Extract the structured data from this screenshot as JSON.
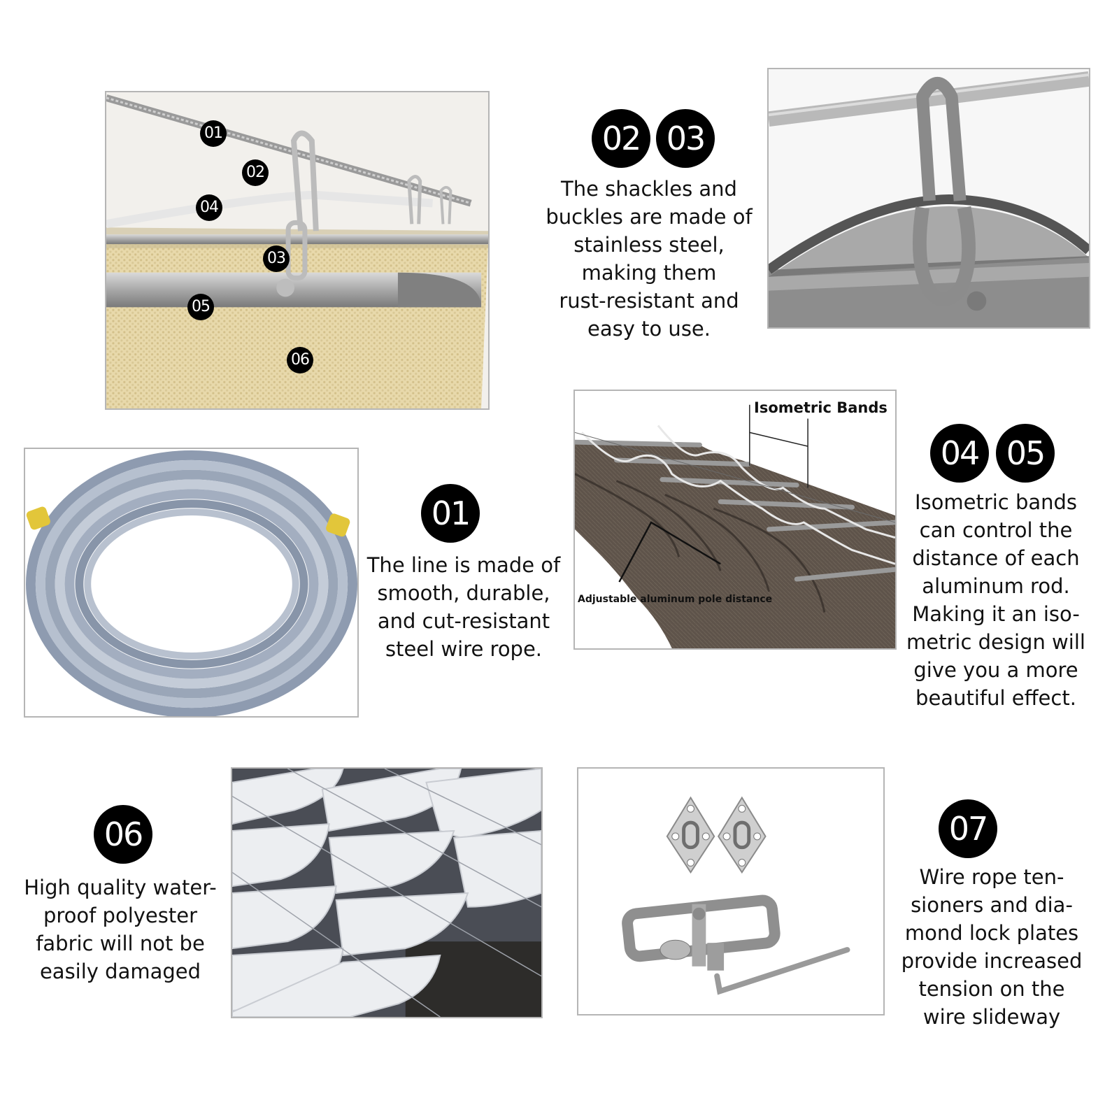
{
  "callouts": {
    "c0203": {
      "badges": [
        "02",
        "03"
      ],
      "text": "The shackles and\nbuckles are made of\nstainless steel,\nmaking them\nrust-resistant and\neasy to use."
    },
    "c01": {
      "badges": [
        "01"
      ],
      "text": "The line is made of\nsmooth, durable,\nand cut-resistant\nsteel wire rope."
    },
    "c0405": {
      "badges": [
        "04",
        "05"
      ],
      "text": "Isometric bands\ncan control the\ndistance of each\naluminum rod.\nMaking it an iso-\nmetric design will\ngive you a more\nbeautiful effect."
    },
    "c06": {
      "badges": [
        "06"
      ],
      "text": "High quality water-\nproof polyester\nfabric will not be\neasily damaged"
    },
    "c07": {
      "badges": [
        "07"
      ],
      "text": "Wire rope ten-\nsioners and dia-\nmond lock plates\nprovide increased\ntension on the\nwire slideway"
    }
  },
  "diagram_labels": [
    "01",
    "02",
    "04",
    "03",
    "05",
    "06"
  ],
  "isometric_panel": {
    "bands_label": "Isometric Bands",
    "pole_label": "Adjustable aluminum pole distance"
  },
  "colors": {
    "badge": "#000000",
    "shade_fabric": "#e8d9ab",
    "brown_fabric": "#5e534a",
    "steel": "#9a9a9a"
  }
}
